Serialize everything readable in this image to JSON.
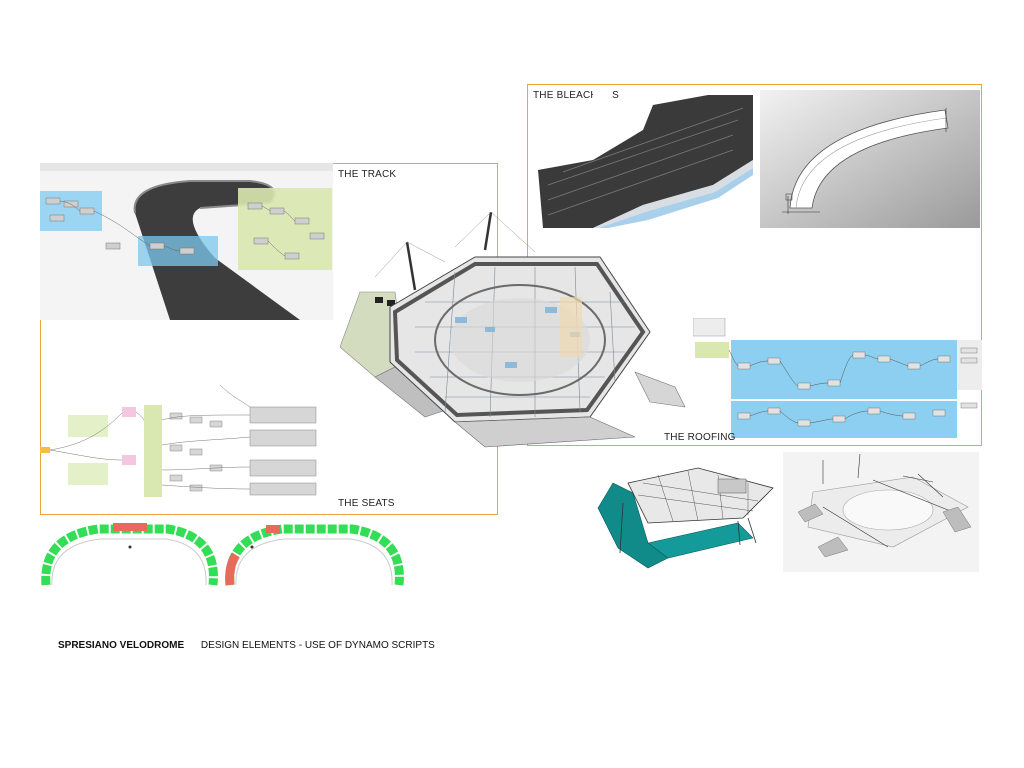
{
  "labels": {
    "track": "THE TRACK",
    "seats": "THE SEATS",
    "bleachers": "THE BLEACHERS",
    "roofing": "THE ROOFING"
  },
  "caption": {
    "title": "SPRESIANO VELODROME",
    "subtitle": "DESIGN ELEMENTS - USE OF DYNAMO SCRIPTS"
  },
  "colors": {
    "frame": "#f0a23a",
    "dynamo_blue": "#8ccff0",
    "dynamo_green": "#d9e8b0",
    "seat_green": "#33dd55",
    "seat_red": "#e86a5a",
    "teal": "#118a8a"
  }
}
